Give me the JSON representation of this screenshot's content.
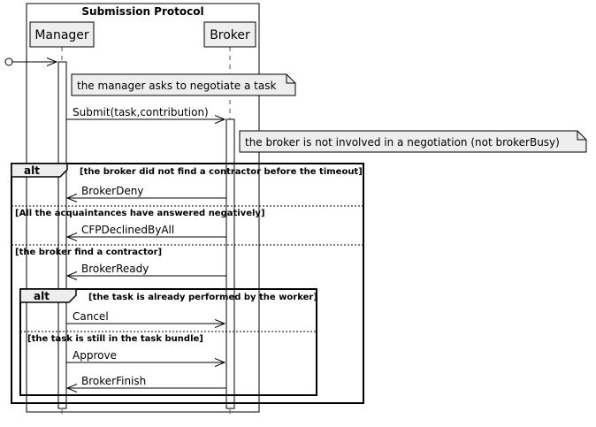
{
  "group": {
    "title": "Submission Protocol"
  },
  "participants": [
    {
      "id": "manager",
      "label": "Manager"
    },
    {
      "id": "broker",
      "label": "Broker"
    }
  ],
  "notes": [
    {
      "text": "the manager asks to negotiate a task"
    },
    {
      "text": "the broker is not involved in a negotiation (not brokerBusy)"
    }
  ],
  "messages": [
    {
      "label": "Submit(task,contribution)",
      "from": "manager",
      "to": "broker",
      "style": "async"
    },
    {
      "label": "BrokerDeny",
      "from": "broker",
      "to": "manager",
      "style": "reply"
    },
    {
      "label": "CFPDeclinedByAll",
      "from": "broker",
      "to": "manager",
      "style": "reply"
    },
    {
      "label": "BrokerReady",
      "from": "broker",
      "to": "manager",
      "style": "reply"
    },
    {
      "label": "Cancel",
      "from": "manager",
      "to": "broker",
      "style": "async"
    },
    {
      "label": "Approve",
      "from": "manager",
      "to": "broker",
      "style": "async"
    },
    {
      "label": "BrokerFinish",
      "from": "broker",
      "to": "manager",
      "style": "reply"
    }
  ],
  "fragments": {
    "outer": {
      "keyword": "alt",
      "guards": [
        "[the broker did not find a contractor before the timeout]",
        "[All the acquaintances have answered negatively]",
        "[the broker find a contractor]"
      ]
    },
    "inner": {
      "keyword": "alt",
      "guards": [
        "[the task is already performed by the worker]",
        "[the task is still in the task bundle]"
      ]
    }
  }
}
